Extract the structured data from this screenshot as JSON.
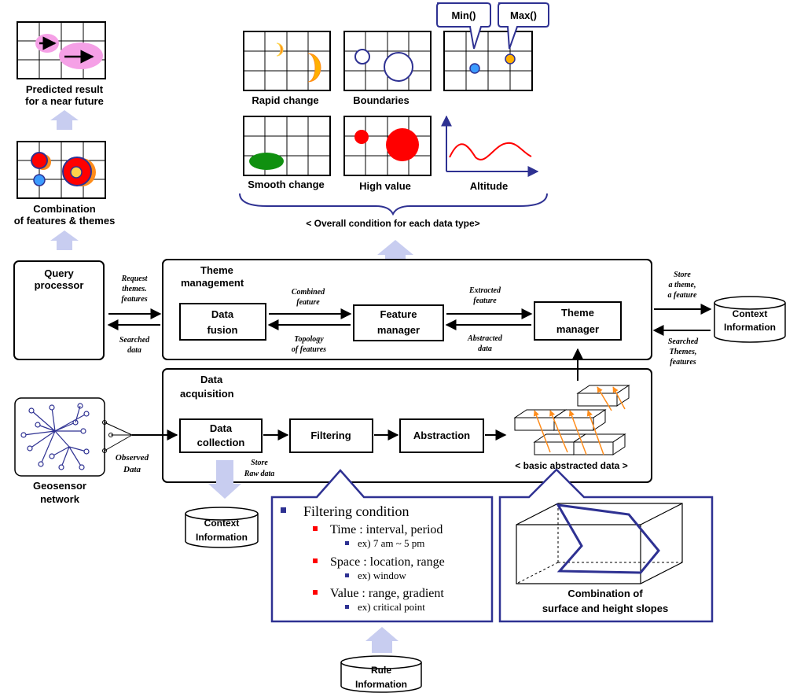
{
  "top_left": {
    "predicted_l1": "Predicted result",
    "predicted_l2": "for a near future",
    "combination_l1": "Combination",
    "combination_l2": "of features & themes"
  },
  "conditions": {
    "rapid_change": "Rapid change",
    "boundaries": "Boundaries",
    "min_label": "Min()",
    "max_label": "Max()",
    "smooth_change": "Smooth change",
    "high_value": "High value",
    "altitude": "Altitude",
    "overall_caption": "< Overall condition for each data type>"
  },
  "query_processor": {
    "l1": "Query",
    "l2": "processor"
  },
  "arrows_text": {
    "request_l1": "Request",
    "request_l2": "themes.",
    "request_l3": "features",
    "searched_l1": "Searched",
    "searched_l2": "data",
    "combined_l1": "Combined",
    "combined_l2": "feature",
    "topology_l1": "Topology",
    "topology_l2": "of features",
    "extracted_l1": "Extracted",
    "extracted_l2": "feature",
    "abstracted_l1": "Abstracted",
    "abstracted_l2": "data",
    "store_l1": "Store",
    "store_l2": "a theme,",
    "store_l3": "a feature",
    "searched_themes_l1": "Searched",
    "searched_themes_l2": "Themes,",
    "searched_themes_l3": "features",
    "observed_l1": "Observed",
    "observed_l2": "Data",
    "store_raw_l1": "Store",
    "store_raw_l2": "Raw data"
  },
  "theme_management": {
    "title_l1": "Theme",
    "title_l2": "management",
    "data_fusion_l1": "Data",
    "data_fusion_l2": "fusion",
    "feature_manager_l1": "Feature",
    "feature_manager_l2": "manager",
    "theme_manager_l1": "Theme",
    "theme_manager_l2": "manager"
  },
  "context_right": {
    "l1": "Context",
    "l2": "Information"
  },
  "context_bottom": {
    "l1": "Context",
    "l2": "Information"
  },
  "rule": {
    "l1": "Rule",
    "l2": "Information"
  },
  "data_acquisition": {
    "title_l1": "Data",
    "title_l2": "acquisition",
    "collection_l1": "Data",
    "collection_l2": "collection",
    "filtering": "Filtering",
    "abstraction": "Abstraction",
    "basic_caption": "< basic abstracted data >"
  },
  "geosensor": {
    "l1": "Geosensor",
    "l2": "network"
  },
  "filtering_condition": {
    "title": "Filtering condition",
    "time": "Time : interval, period",
    "time_ex": "ex) 7 am ~ 5 pm",
    "space": "Space : location, range",
    "space_ex": "ex) window",
    "value": "Value : range, gradient",
    "value_ex": "ex) critical point"
  },
  "slopes": {
    "l1": "Combination of",
    "l2": "surface and height slopes"
  },
  "colors": {
    "navy": "#2e3192",
    "arrow_fill": "#c8cdf0",
    "red": "#ff0000",
    "orange": "#ff8c1a",
    "pink": "#f5a0e6",
    "green": "#109010",
    "blue_dot": "#3b9bff"
  }
}
